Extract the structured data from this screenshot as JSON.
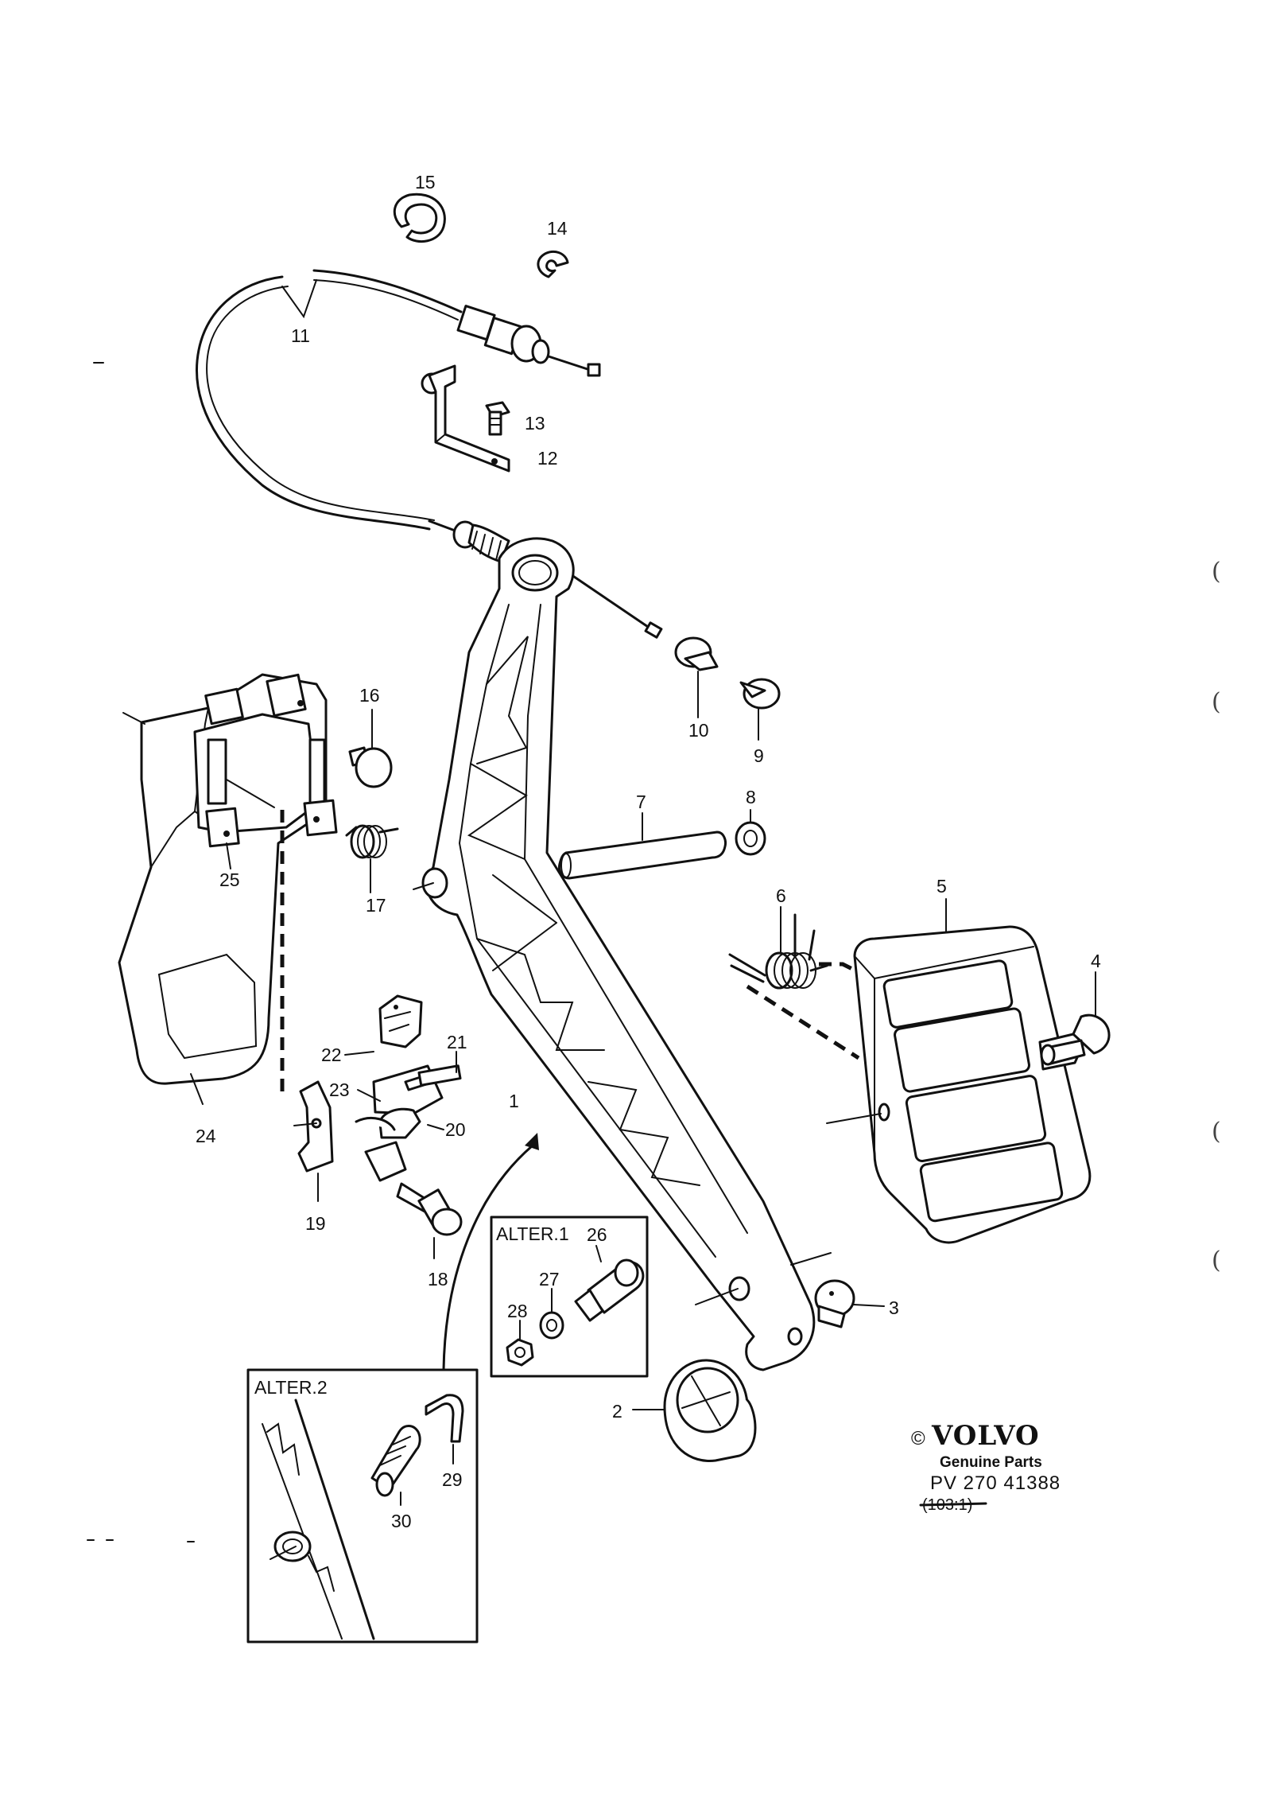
{
  "diagram": {
    "part_labels": [
      {
        "id": "1",
        "text": "1"
      },
      {
        "id": "2",
        "text": "2"
      },
      {
        "id": "3",
        "text": "3"
      },
      {
        "id": "4",
        "text": "4"
      },
      {
        "id": "5",
        "text": "5"
      },
      {
        "id": "6",
        "text": "6"
      },
      {
        "id": "7",
        "text": "7"
      },
      {
        "id": "8",
        "text": "8"
      },
      {
        "id": "9",
        "text": "9"
      },
      {
        "id": "10",
        "text": "10"
      },
      {
        "id": "11",
        "text": "11"
      },
      {
        "id": "12",
        "text": "12"
      },
      {
        "id": "13",
        "text": "13"
      },
      {
        "id": "14",
        "text": "14"
      },
      {
        "id": "15",
        "text": "15"
      },
      {
        "id": "16",
        "text": "16"
      },
      {
        "id": "17",
        "text": "17"
      },
      {
        "id": "18",
        "text": "18"
      },
      {
        "id": "19",
        "text": "19"
      },
      {
        "id": "20",
        "text": "20"
      },
      {
        "id": "21",
        "text": "21"
      },
      {
        "id": "22",
        "text": "22"
      },
      {
        "id": "23",
        "text": "23"
      },
      {
        "id": "24",
        "text": "24"
      },
      {
        "id": "25",
        "text": "25"
      },
      {
        "id": "26",
        "text": "26"
      },
      {
        "id": "27",
        "text": "27"
      },
      {
        "id": "28",
        "text": "28"
      },
      {
        "id": "29",
        "text": "29"
      },
      {
        "id": "30",
        "text": "30"
      }
    ],
    "alter_boxes": [
      {
        "title": "ALTER.1"
      },
      {
        "title": "ALTER.2"
      }
    ]
  },
  "brand_block": {
    "copyright": "©",
    "brand": "VOLVO",
    "subtitle": "Genuine Parts",
    "part_number": "PV 270 41388",
    "old_number": "(103:1)"
  },
  "margin_marks": [
    "(",
    "(",
    "(",
    "("
  ]
}
